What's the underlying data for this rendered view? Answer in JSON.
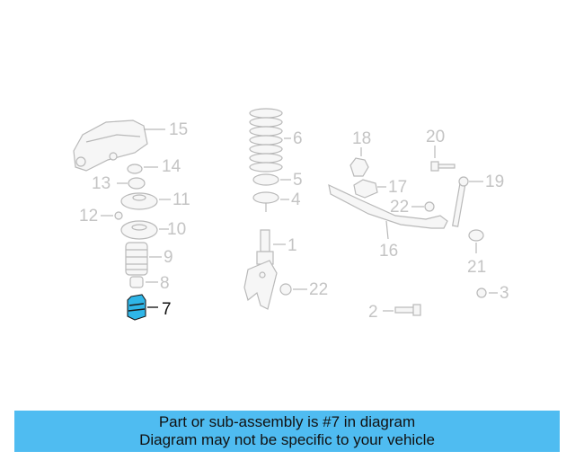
{
  "diagram": {
    "highlighted_part": "7",
    "highlight_color": "#2fb6e8",
    "part_color": "#b9b9b9",
    "callouts": {
      "p1": "1",
      "p2": "2",
      "p3": "3",
      "p4": "4",
      "p5": "5",
      "p6": "6",
      "p7": "7",
      "p8": "8",
      "p9": "9",
      "p10": "10",
      "p11": "11",
      "p12": "12",
      "p13": "13",
      "p14": "14",
      "p15": "15",
      "p16": "16",
      "p17": "17",
      "p18": "18",
      "p19": "19",
      "p20": "20",
      "p21": "21",
      "p22a": "22",
      "p22b": "22"
    }
  },
  "banner": {
    "background": "#4fbcf1",
    "line1": "Part or sub-assembly is #7 in diagram",
    "line2": "Diagram may not be specific to your vehicle"
  }
}
